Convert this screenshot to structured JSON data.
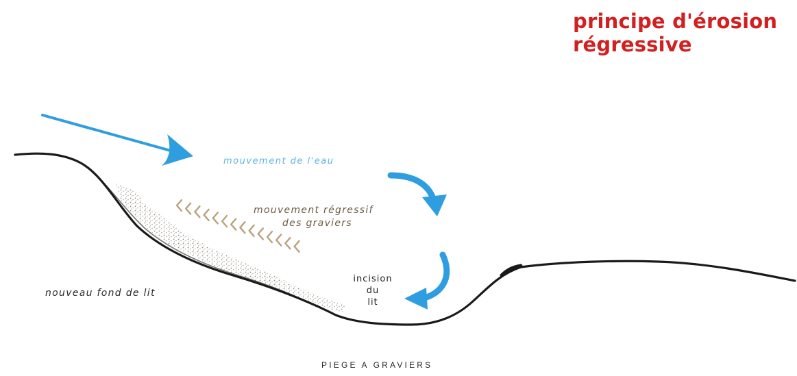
{
  "title": {
    "line1": "principe d'érosion",
    "line2": "régressive"
  },
  "labels": {
    "water_movement": "mouvement de l'eau",
    "gravel_movement_line1": "mouvement régressif",
    "gravel_movement_line2": "des graviers",
    "new_bed": "nouveau fond de lit",
    "incision_line1": "incision",
    "incision_line2": "du",
    "incision_line3": "lit",
    "caption": "PIEGE A GRAVIERS"
  },
  "colors": {
    "title": "#d21f1f",
    "water_arrow": "#2f9ee0",
    "water_text": "#5fb4e4",
    "gravel_chevron": "#b8a27c",
    "ground": "#1a1a1a"
  }
}
